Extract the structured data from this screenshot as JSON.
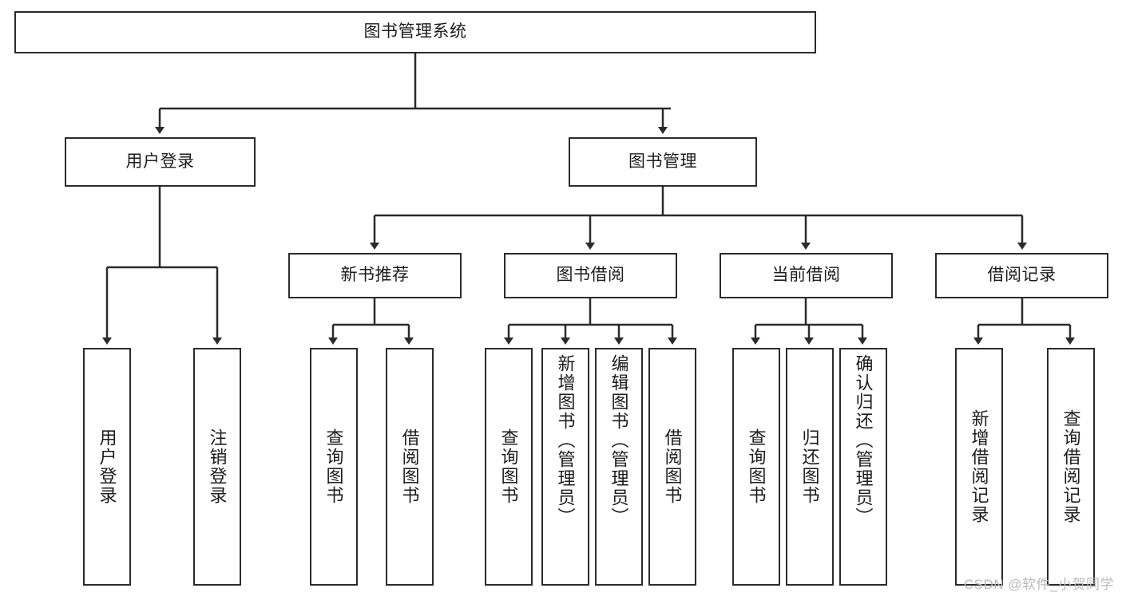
{
  "diagram": {
    "title": "图书管理系统",
    "type": "tree-hierarchy-diagram",
    "colors": {
      "box_border": "#2b2b2b",
      "box_fill": "#ffffff",
      "connector": "#2b2b2b",
      "text": "#1c1c1c",
      "watermark": "#b9b9b9"
    },
    "root": {
      "label": "图书管理系统"
    },
    "level2": [
      {
        "label": "用户登录"
      },
      {
        "label": "图书管理"
      }
    ],
    "level3": [
      {
        "label": "新书推荐"
      },
      {
        "label": "图书借阅"
      },
      {
        "label": "当前借阅"
      },
      {
        "label": "借阅记录"
      }
    ],
    "leaves": {
      "user_login": [
        {
          "label": "用户登录"
        },
        {
          "label": "注销登录"
        }
      ],
      "new_book_recommend": [
        {
          "label": "查询图书"
        },
        {
          "label": "借阅图书"
        }
      ],
      "book_borrow": [
        {
          "label": "查询图书"
        },
        {
          "label": "新增图书（管理员）"
        },
        {
          "label": "编辑图书（管理员）"
        },
        {
          "label": "借阅图书"
        }
      ],
      "current_borrow": [
        {
          "label": "查询图书"
        },
        {
          "label": "归还图书"
        },
        {
          "label": "确认归还（管理员）"
        }
      ],
      "borrow_records": [
        {
          "label": "新增借阅记录"
        },
        {
          "label": "查询借阅记录"
        }
      ]
    }
  },
  "watermark": {
    "text": "CSDN @软件_小贺同学"
  }
}
